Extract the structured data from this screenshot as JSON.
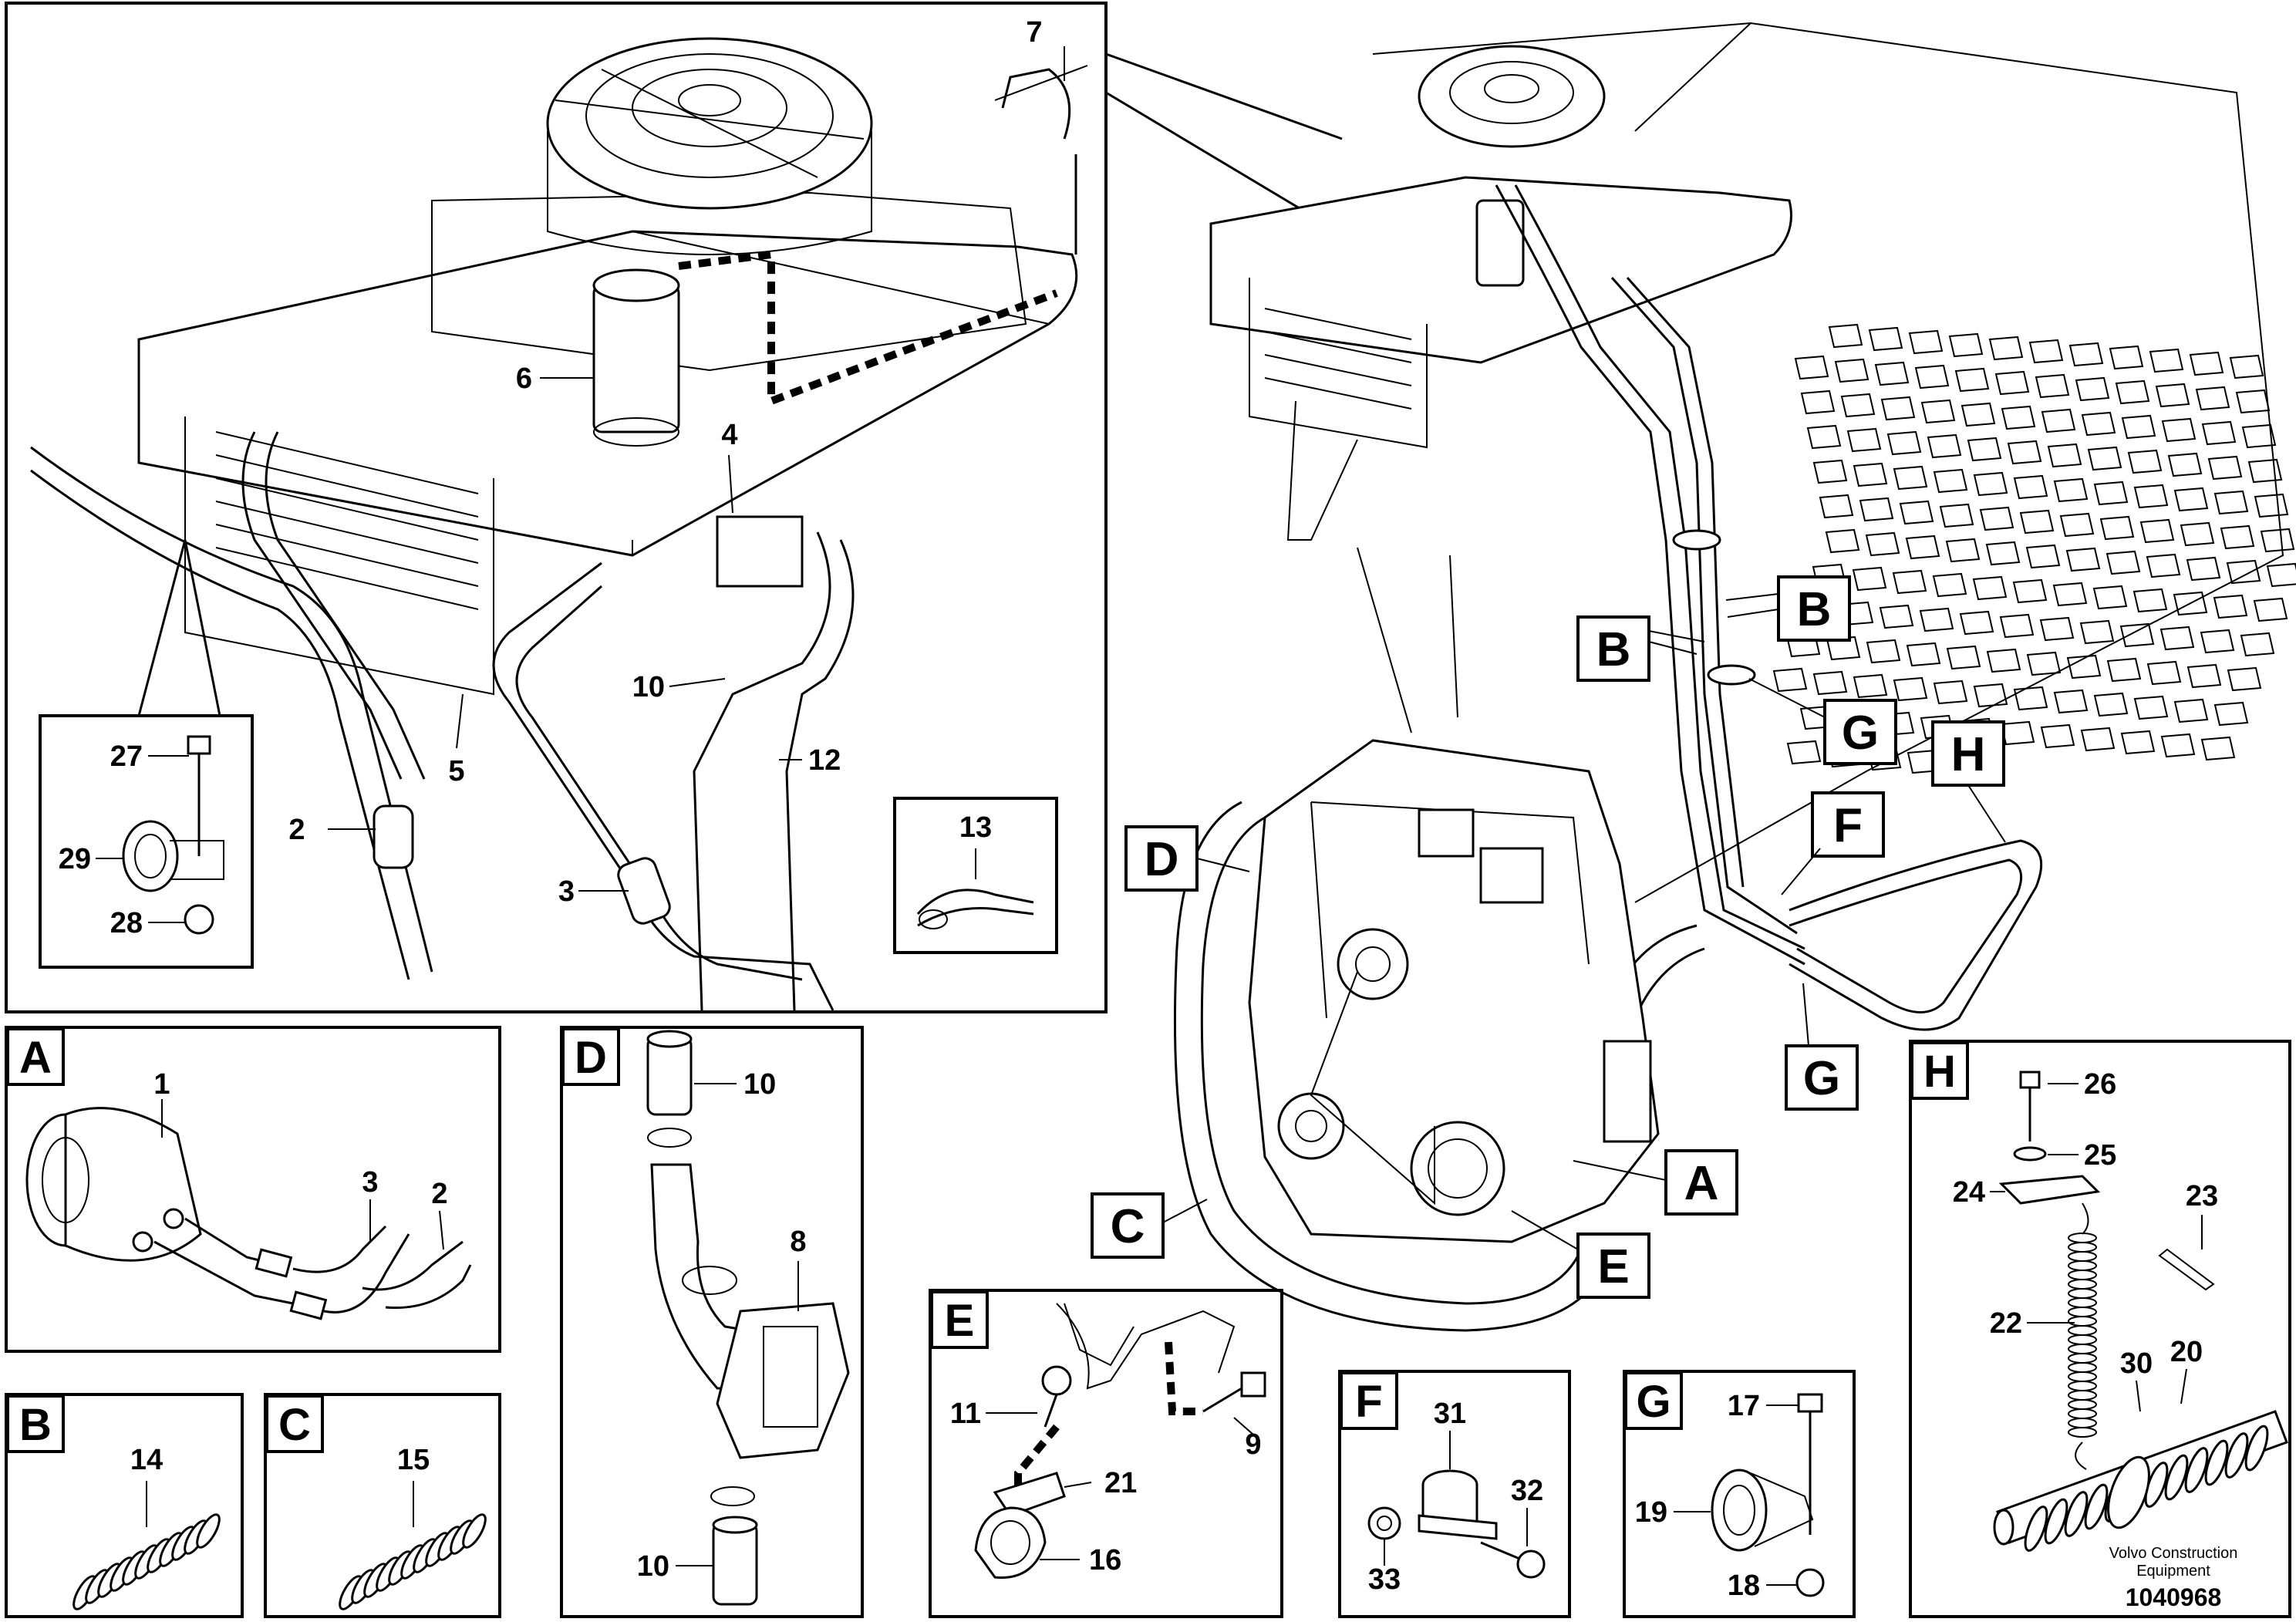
{
  "figure": {
    "document_number": "1040968",
    "credit_line1": "Volvo Construction",
    "credit_line2": "Equipment"
  },
  "detail_tags": [
    "A",
    "B",
    "C",
    "D",
    "E",
    "F",
    "G",
    "H"
  ],
  "callouts": {
    "main": [
      "2",
      "3",
      "4",
      "5",
      "6",
      "7",
      "10",
      "12",
      "13",
      "27",
      "28",
      "29"
    ],
    "A": [
      "1",
      "2",
      "3"
    ],
    "B": [
      "14"
    ],
    "C": [
      "15"
    ],
    "D": [
      "8",
      "10",
      "10"
    ],
    "E": [
      "9",
      "11",
      "16",
      "21"
    ],
    "F": [
      "31",
      "32",
      "33"
    ],
    "G": [
      "17",
      "18",
      "19"
    ],
    "H": [
      "20",
      "22",
      "23",
      "24",
      "25",
      "26",
      "30"
    ]
  },
  "overview_tags": [
    "A",
    "B",
    "B",
    "C",
    "D",
    "E",
    "F",
    "G",
    "G",
    "H"
  ]
}
